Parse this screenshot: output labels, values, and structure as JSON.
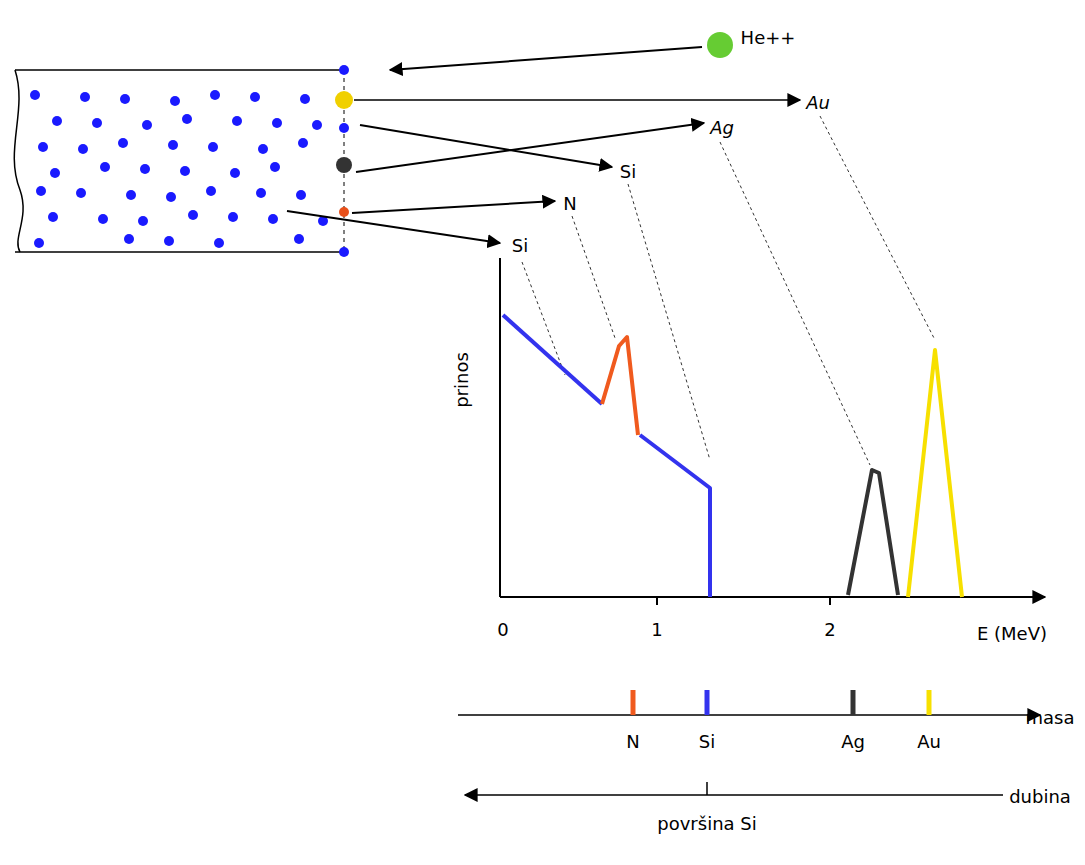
{
  "diagram": {
    "labels": [
      "He++",
      "Au",
      "Ag",
      "Si",
      "N",
      "Si",
      "prinos",
      "0",
      "1",
      "2",
      "E (MeV)",
      "N",
      "Si",
      "Ag",
      "Au",
      "masa",
      "dubina",
      "površina Si"
    ]
  }
}
